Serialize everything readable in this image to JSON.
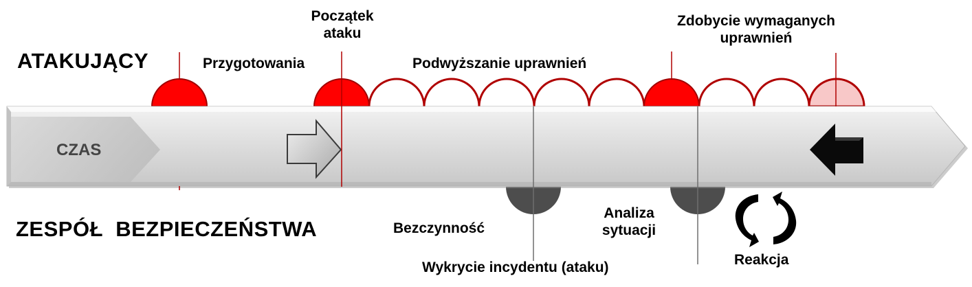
{
  "lanes": {
    "attacker": "ATAKUJĄCY",
    "security_team": "ZESPÓŁ  BEZPIECZEŃSTWA"
  },
  "timeline": {
    "label": "CZAS",
    "bar_color": "#d9d9d9",
    "forward_arrow": "outline-right-arrow",
    "reaction_arrow": "black-left-arrow"
  },
  "attacker_phases": {
    "preparation": "Przygotowania",
    "attack_start_line1": "Początek",
    "attack_start_line2": "ataku",
    "privilege_escalation": "Podwyższanie uprawnień",
    "privileges_obtained_line1": "Zdobycie wymaganych",
    "privileges_obtained_line2": "uprawnień"
  },
  "defender_phases": {
    "idle": "Bezczynność",
    "incident_detection": "Wykrycie incydentu (ataku)",
    "analysis_line1": "Analiza",
    "analysis_line2": "sytuacji",
    "reaction": "Reakcja"
  },
  "colors": {
    "attacker_red": "#ff0000",
    "attacker_outline": "#b00000",
    "attacker_pending": "#f8c8c8",
    "defender_gray": "#4d4d4d",
    "reaction_line_blue": "#2e7bbf"
  }
}
